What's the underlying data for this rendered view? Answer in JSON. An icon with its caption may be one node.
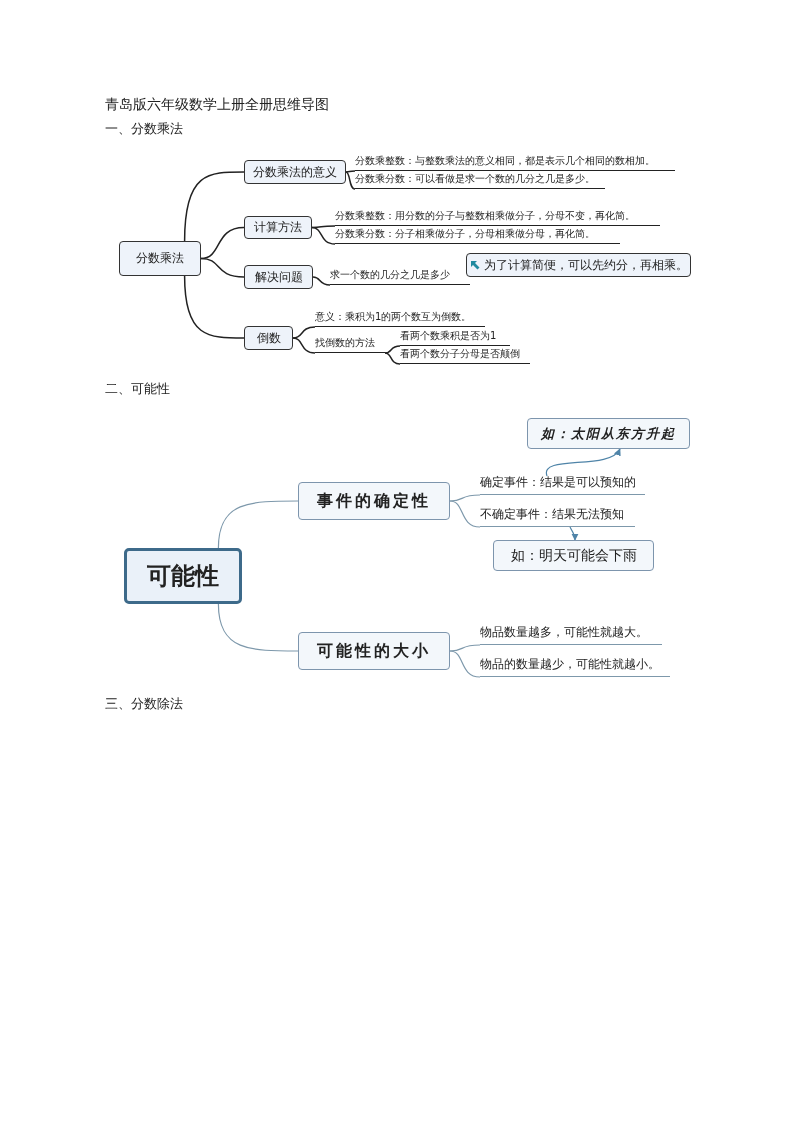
{
  "diagram": {
    "title": "青岛版六年级数学上册全册思维导图",
    "nodes": [
      {
        "text": [
          "分数乘法"
        ]
      },
      {
        "text": [
          "分数乘法的意义"
        ]
      },
      {
        "text": [
          "分数乘整数：与整数乘法的意义相同，都是表示几个相同的数相加。"
        ]
      },
      {
        "text": [
          "分数乘分数：可以看做是求一个数的几分之几是多少。"
        ]
      },
      {
        "text": [
          "计算方法"
        ]
      },
      {
        "text": [
          "分数乘整数：用分数的分子与整数相乘做分子，分母不变，再化简。"
        ]
      },
      {
        "text": [
          "分数乘分数：分子相乘做分子，分母相乘做分母，再化简。"
        ]
      },
      {
        "text": [
          "解决问题"
        ]
      },
      {
        "text": [
          "求一个数的几分之几是多少"
        ]
      },
      {
        "text": [
          "为了计算简便，可以先约分，再相乘。"
        ]
      },
      {
        "text": [
          "倒数"
        ]
      },
      {
        "text": [
          "意义：乘积为1的两个数互为倒数。"
        ]
      },
      {
        "text": [
          "找倒数的方法"
        ]
      },
      {
        "text": [
          "看两个数乘积是否为1"
        ]
      },
      {
        "text": [
          "看两个数分子分母是否颠倒"
        ]
      },
      {
        "text": [
          "可能性"
        ]
      },
      {
        "text": [
          "事件的确定性"
        ]
      },
      {
        "text": [
          "确定事件：结果是可以预知的"
        ]
      },
      {
        "text": [
          "不确定事件：结果无法预知"
        ]
      },
      {
        "text": [
          "如：太阳从东方升起"
        ]
      },
      {
        "text": [
          "如：明天可能会下雨"
        ]
      },
      {
        "text": [
          "可能性的大小"
        ]
      },
      {
        "text": [
          "物品数量越多，可能性就越大。"
        ]
      },
      {
        "text": [
          "物品的数量越少，可能性就越小。"
        ]
      }
    ],
    "edges": [
      {
        "from": 0,
        "to": 1,
        "arrow": "none"
      },
      {
        "from": 0,
        "to": 4,
        "arrow": "none"
      },
      {
        "from": 0,
        "to": 7,
        "arrow": "none"
      },
      {
        "from": 0,
        "to": 10,
        "arrow": "none"
      },
      {
        "from": 1,
        "to": 2,
        "arrow": "none"
      },
      {
        "from": 1,
        "to": 3,
        "arrow": "none"
      },
      {
        "from": 4,
        "to": 5,
        "arrow": "none"
      },
      {
        "from": 4,
        "to": 6,
        "arrow": "none"
      },
      {
        "from": 7,
        "to": 8,
        "arrow": "none"
      },
      {
        "from": 10,
        "to": 11,
        "arrow": "none"
      },
      {
        "from": 10,
        "to": 12,
        "arrow": "none"
      },
      {
        "from": 12,
        "to": 13,
        "arrow": "none"
      },
      {
        "from": 12,
        "to": 14,
        "arrow": "none"
      },
      {
        "from": 15,
        "to": 16,
        "arrow": "none",
        "color": "#7d98ab"
      },
      {
        "from": 15,
        "to": 21,
        "arrow": "none",
        "color": "#7d98ab"
      },
      {
        "from": 16,
        "to": 17,
        "arrow": "none",
        "color": "#7d98ab"
      },
      {
        "from": 16,
        "to": 18,
        "arrow": "none",
        "color": "#7d98ab"
      },
      {
        "from": 21,
        "to": 22,
        "arrow": "none",
        "color": "#7d98ab"
      },
      {
        "from": 21,
        "to": 23,
        "arrow": "none",
        "color": "#7d98ab"
      },
      {
        "from": 17,
        "to": 19,
        "arrow": "to",
        "color": "#4f84a8"
      },
      {
        "from": 18,
        "to": 20,
        "arrow": "to",
        "color": "#4f84a8"
      }
    ],
    "labels": [
      "一、分数乘法",
      "二、可能性",
      "三、分数除法"
    ]
  }
}
